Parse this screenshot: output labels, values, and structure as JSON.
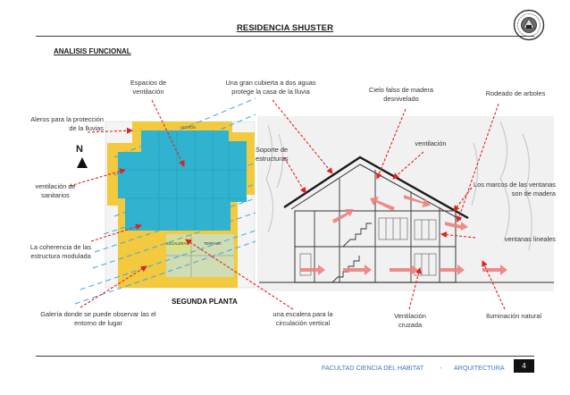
{
  "header": {
    "title": "RESIDENCIA SHUSTER",
    "subtitle": "ANALISIS FUNCIONAL"
  },
  "plan": {
    "caption": "SEGUNDA PLANTA",
    "north_label": "N",
    "aleros_tag": "ALEROS",
    "escaleras_tag": "ESCALERAS",
    "terraza_tag": "TERRAZA"
  },
  "annotations": {
    "espacios_ventilacion": "Espacios de ventilación",
    "cubierta_dos_aguas": "Una gran cubierta a dos aguas protege la casa de la lluvia",
    "cielo_falso": "Cielo falso de madera desnivelado",
    "rodeado_arboles": "Rodeado de arboles",
    "aleros_lluvias": "Aleros para la protección de la lluvias",
    "soporte_estructuras": "Soporte de estructuras",
    "ventilacion": "ventilación",
    "ventilacion_sanitarios": "ventilación de sanitarios",
    "marcos_ventanas": "Los marcos de las ventanas son de madera",
    "ventanas_lineales": "ventanas lineales",
    "coherencia_estructura": "La coherencia de las estructura modulada",
    "galeria": "Galería donde se puede observar las el entorno de lugar",
    "escalera_circulacion": "una escalera para la circulación vertical",
    "ventilacion_cruzada": "Ventilación cruzada",
    "iluminacion_natural": "Iluminación natural"
  },
  "footer": {
    "faculty": "FACULTAD CIENCIA DEL HABITAT",
    "separator": "-",
    "school": "ARQUITECTURA",
    "page_number": "4"
  },
  "colors": {
    "roof_blue": "#2fb3cf",
    "eaves_yellow": "#f3c93e",
    "terrace_green": "#cfdcb4",
    "arrow_red": "#e0221f",
    "section_arrow": "#ee7f7f",
    "footer_blue": "#3a78c8"
  }
}
